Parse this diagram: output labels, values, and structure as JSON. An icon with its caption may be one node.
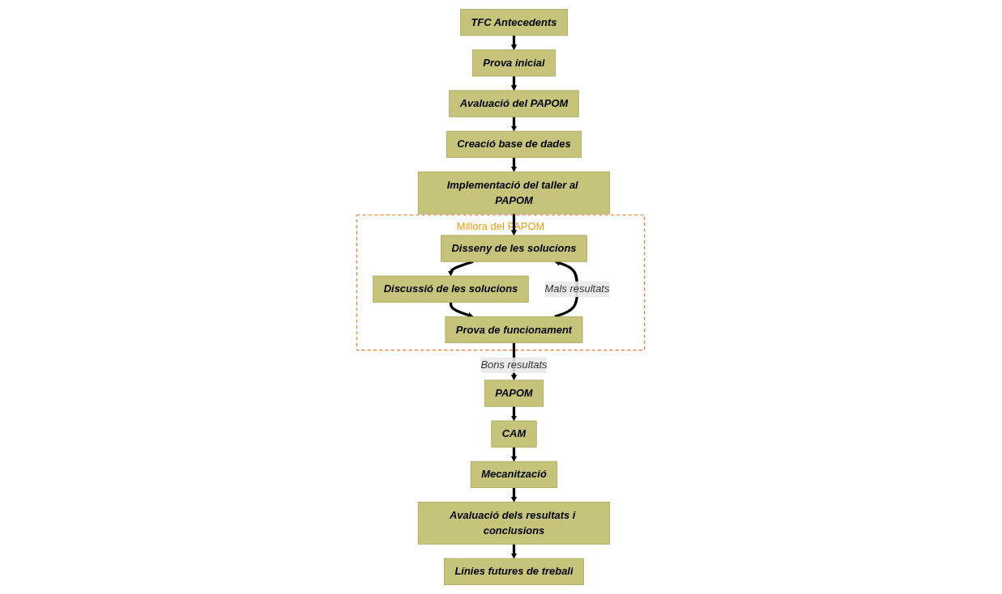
{
  "diagram": {
    "nodes": [
      {
        "text": [
          "TFC Antecedents"
        ]
      },
      {
        "text": [
          "Prova inicial"
        ]
      },
      {
        "text": [
          "Avaluació del PAPOM"
        ]
      },
      {
        "text": [
          "Creació base de dades"
        ]
      },
      {
        "text": [
          "Implementació del taller al PAPOM"
        ]
      },
      {
        "text": [
          "Millora del PAPOM"
        ]
      },
      {
        "text": [
          "Disseny de les solucions"
        ],
        "in": 5
      },
      {
        "text": [
          "Discussió de les solucions"
        ],
        "in": 5
      },
      {
        "text": [
          "Prova de funcionament"
        ],
        "in": 5
      },
      {
        "text": [
          "PAPOM"
        ]
      },
      {
        "text": [
          "CAM"
        ]
      },
      {
        "text": [
          "Mecanització"
        ]
      },
      {
        "text": [
          "Avaluació dels resultats i conclusions"
        ]
      },
      {
        "text": [
          "Línies futures de treball"
        ]
      }
    ],
    "edges": [
      {
        "from": 0,
        "to": 1,
        "arrow": "to"
      },
      {
        "from": 1,
        "to": 2,
        "arrow": "to"
      },
      {
        "from": 2,
        "to": 3,
        "arrow": "to"
      },
      {
        "from": 3,
        "to": 4,
        "arrow": "to"
      },
      {
        "from": 4,
        "to": 6,
        "arrow": "to"
      },
      {
        "from": 6,
        "to": 7,
        "arrow": "to"
      },
      {
        "from": 7,
        "to": 8,
        "arrow": "to"
      },
      {
        "from": 8,
        "to": 9,
        "arrow": "to",
        "label": "Bons resultats"
      },
      {
        "from": 8,
        "to": 6,
        "arrow": "to",
        "label": "Mals resultats"
      },
      {
        "from": 9,
        "to": 10,
        "arrow": "to"
      },
      {
        "from": 10,
        "to": 11,
        "arrow": "to"
      },
      {
        "from": 11,
        "to": 12,
        "arrow": "to"
      },
      {
        "from": 12,
        "to": 13,
        "arrow": "to"
      }
    ]
  }
}
